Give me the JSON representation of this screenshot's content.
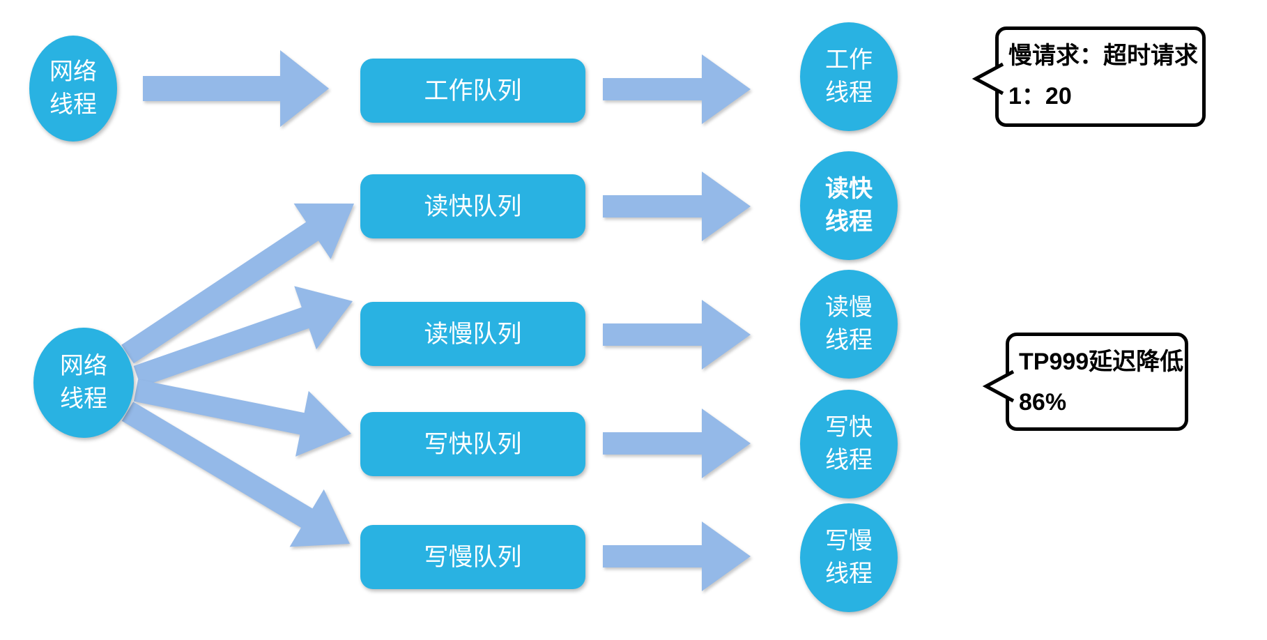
{
  "colors": {
    "shape_cyan": "#29b2e2",
    "arrow_blue": "#94b9e8",
    "callout_border": "#000000",
    "shape_text": "#ffffff",
    "callout_text": "#000000"
  },
  "left_nodes": [
    {
      "id": "network-thread-top",
      "lines": [
        "网络",
        "线程"
      ]
    },
    {
      "id": "network-thread-bottom",
      "lines": [
        "网络",
        "线程"
      ]
    }
  ],
  "queues": [
    {
      "id": "work",
      "label": "工作队列"
    },
    {
      "id": "read-fast",
      "label": "读快队列"
    },
    {
      "id": "read-slow",
      "label": "读慢队列"
    },
    {
      "id": "write-fast",
      "label": "写快队列"
    },
    {
      "id": "write-slow",
      "label": "写慢队列"
    }
  ],
  "threads": [
    {
      "id": "work",
      "lines": [
        "工作",
        "线程"
      ],
      "bold": false
    },
    {
      "id": "read-fast",
      "lines": [
        "读快",
        "线程"
      ],
      "bold": true
    },
    {
      "id": "read-slow",
      "lines": [
        "读慢",
        "线程"
      ],
      "bold": false
    },
    {
      "id": "write-fast",
      "lines": [
        "写快",
        "线程"
      ],
      "bold": false
    },
    {
      "id": "write-slow",
      "lines": [
        "写慢",
        "线程"
      ],
      "bold": false
    }
  ],
  "callouts": [
    {
      "id": "slow-request",
      "lines": [
        "慢请求：超时请求",
        "1：20"
      ]
    },
    {
      "id": "tp999",
      "lines": [
        "TP999延迟降低",
        "86%"
      ]
    }
  ]
}
